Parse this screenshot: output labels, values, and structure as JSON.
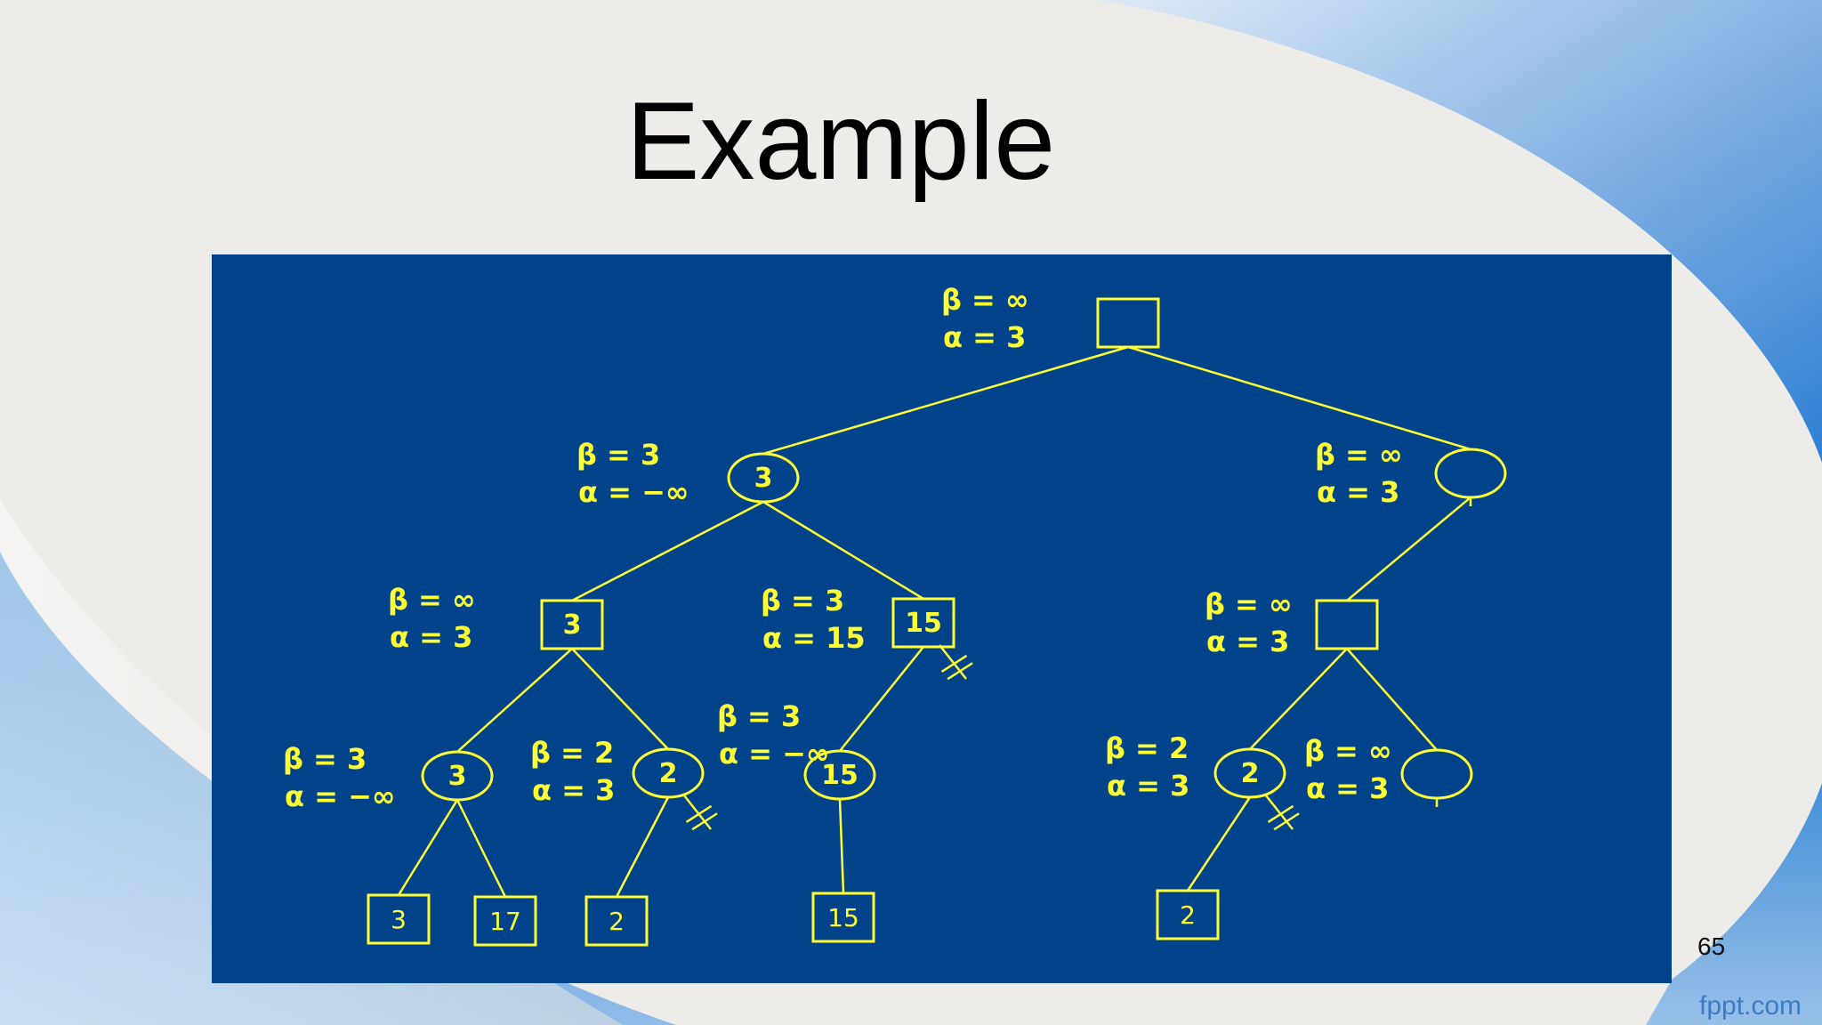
{
  "slide": {
    "title": "Example",
    "page_number": "65",
    "brand": "fppt.com"
  },
  "colors": {
    "panel": "#00438b",
    "ink": "#ffff33",
    "background": "#eeece9",
    "accent": "#3b7cc4"
  },
  "tree": {
    "nodes": [
      {
        "id": "root",
        "shape": "square",
        "value": "",
        "beta": "β = ∞",
        "alpha": "α = 3"
      },
      {
        "id": "n1",
        "shape": "circle",
        "value": "3",
        "beta": "β = 3",
        "alpha": "α = −∞"
      },
      {
        "id": "n2",
        "shape": "circle",
        "value": "",
        "beta": "β = ∞",
        "alpha": "α = 3"
      },
      {
        "id": "n1a",
        "shape": "square",
        "value": "3",
        "beta": "β = ∞",
        "alpha": "α = 3"
      },
      {
        "id": "n1b",
        "shape": "square",
        "value": "15",
        "beta": "β = 3",
        "alpha": "α = 15"
      },
      {
        "id": "n2a",
        "shape": "square",
        "value": "",
        "beta": "β = ∞",
        "alpha": "α = 3"
      },
      {
        "id": "c1",
        "shape": "circle",
        "value": "3",
        "beta": "β = 3",
        "alpha": "α = −∞"
      },
      {
        "id": "c2",
        "shape": "circle",
        "value": "2",
        "beta": "β = 2",
        "alpha": "α = 3"
      },
      {
        "id": "c3",
        "shape": "circle",
        "value": "15",
        "beta": "β = 3",
        "alpha": "α = −∞"
      },
      {
        "id": "c4",
        "shape": "circle",
        "value": "2",
        "beta": "β = 2",
        "alpha": "α = 3"
      },
      {
        "id": "c5",
        "shape": "circle",
        "value": "",
        "beta": "β = ∞",
        "alpha": "α = 3"
      },
      {
        "id": "l1",
        "shape": "square",
        "value": "3"
      },
      {
        "id": "l2",
        "shape": "square",
        "value": "17"
      },
      {
        "id": "l3",
        "shape": "square",
        "value": "2"
      },
      {
        "id": "l4",
        "shape": "square",
        "value": "15"
      },
      {
        "id": "l5",
        "shape": "square",
        "value": "2"
      }
    ],
    "edges": [
      [
        "root",
        "n1"
      ],
      [
        "root",
        "n2"
      ],
      [
        "n1",
        "n1a"
      ],
      [
        "n1",
        "n1b"
      ],
      [
        "n2",
        "n2a"
      ],
      [
        "n1a",
        "c1"
      ],
      [
        "n1a",
        "c2"
      ],
      [
        "n1b",
        "c3"
      ],
      [
        "n2a",
        "c4"
      ],
      [
        "n2a",
        "c5"
      ],
      [
        "c1",
        "l1"
      ],
      [
        "c1",
        "l2"
      ],
      [
        "c2",
        "l3"
      ],
      [
        "c3",
        "l4"
      ],
      [
        "c4",
        "l5"
      ]
    ],
    "pruned_at": [
      "n1b",
      "c2",
      "c4"
    ]
  }
}
